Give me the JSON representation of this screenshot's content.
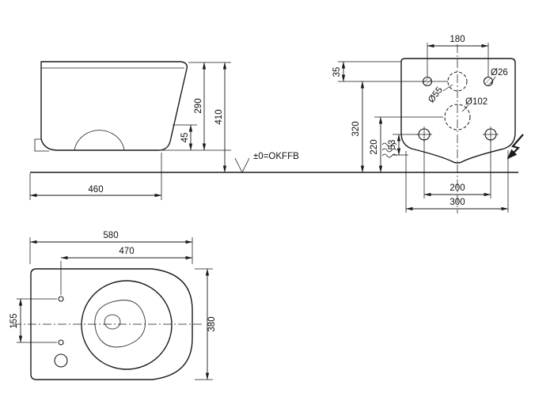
{
  "page": {
    "background": "#ffffff",
    "line_color": "#1a1a1a"
  },
  "labels": {
    "floor_reference": "±0=OKFFB"
  },
  "side_view": {
    "dim_bowl_height": "290",
    "dim_total_height": "410",
    "dim_outlet_height": "45",
    "dim_depth": "460"
  },
  "rear_view": {
    "dim_top_hole_spacing": "180",
    "dim_top_offset": "35",
    "dia_supply": "Ø55",
    "dia_side_hole": "Ø26",
    "dia_outlet": "Ø102",
    "dim_supply_height": "320",
    "dim_outlet_height": "220",
    "dim_fixing_height": "53",
    "dim_fixing_spacing": "200",
    "dim_base_width": "300"
  },
  "top_view": {
    "dim_length": "580",
    "dim_inner_length": "470",
    "dim_hinge_spacing": "155",
    "dim_width": "380"
  }
}
